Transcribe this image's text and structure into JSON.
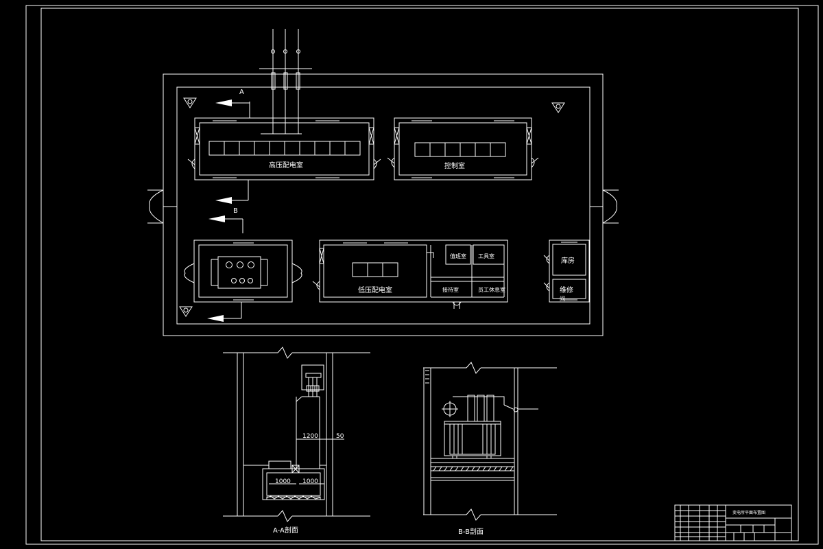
{
  "plan": {
    "section_marker_a": "A",
    "section_marker_b": "B",
    "rooms": {
      "hv": "高压配电室",
      "control": "控制室",
      "lv": "低压配电室",
      "duty": "值班室",
      "tool": "工具室",
      "reception": "接待室",
      "staff_lounge": "员工休息室",
      "storage": "库房",
      "repair_1": "维修",
      "repair_2": "间"
    }
  },
  "section_aa": {
    "title": "A-A剖面",
    "dim_1200": "1200",
    "dim_50": "50",
    "dim_left": "1000",
    "dim_right": "1000"
  },
  "section_bb": {
    "title": "B-B剖面"
  },
  "title_block": {
    "drawing_name": "变电所平面布置图"
  }
}
